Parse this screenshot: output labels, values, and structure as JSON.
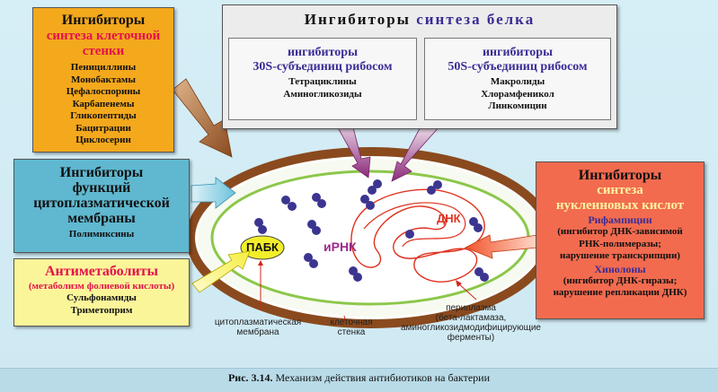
{
  "cell_wall": {
    "title": "Ингибиторы",
    "subtitle": "синтеза клеточной стенки",
    "items": [
      "Пенициллины",
      "Монобактамы",
      "Цефалоспорины",
      "Карбапенемы",
      "Гликопептиды",
      "Бацитрации",
      "Циклосерин"
    ]
  },
  "protein": {
    "title_part1": "Ингибиторы",
    "title_part2": "синтеза белка",
    "s30": {
      "line1": "ингибиторы",
      "line2": "30S-субъединиц рибосом",
      "items": [
        "Тетрациклины",
        "Аминогликозиды"
      ]
    },
    "s50": {
      "line1": "ингибиторы",
      "line2": "50S-субъединиц рибосом",
      "items": [
        "Макролиды",
        "Хлорамфеникол",
        "Линкомицин"
      ]
    }
  },
  "membrane": {
    "line1": "Ингибиторы",
    "line2": "функций",
    "line3": "цитоплазматической",
    "line4": "мембраны",
    "item": "Полимиксины"
  },
  "antimetab": {
    "title": "Антиметаболиты",
    "subtitle": "(метаболизм фолиевой кислоты)",
    "items": [
      "Сульфонамиды",
      "Триметоприм"
    ]
  },
  "nucleic": {
    "line1": "Ингибиторы",
    "line2": "синтеза",
    "line3": "нуклеиновых кислот",
    "rif": "Рифампицин",
    "rif_desc": [
      "(ингибитор ДНК-зависимой",
      "РНК-полимеразы;",
      "нарушение транскрипции)"
    ],
    "quin": "Хинолоны",
    "quin_desc": [
      "(ингибитор ДНК-гиразы;",
      "нарушение репликации ДНК)"
    ]
  },
  "cell": {
    "pabk": "ПАБК",
    "mrna": "иРНК",
    "dna": "ДНК"
  },
  "labels": {
    "membrane": [
      "цитоплазматическая",
      "мембрана"
    ],
    "wall": [
      "клеточная",
      "стенка"
    ],
    "periplasm": [
      "периплазма",
      "(бета-лактамаза,",
      "аминогликозидмодифицирующие",
      "ферменты)"
    ]
  },
  "caption": {
    "fig": "Рис. 3.14.",
    "text": "Механизм действия антибиотиков на бактерии"
  },
  "colors": {
    "cell_wall_box": "#f4a81c",
    "protein_box": "#ededed",
    "membrane_box": "#5fb8d0",
    "antimetab_box": "#fbf59a",
    "nucleic_box": "#f26b4f",
    "wall_brown": "#8a4a1e",
    "ribosome": "#3b3590"
  }
}
